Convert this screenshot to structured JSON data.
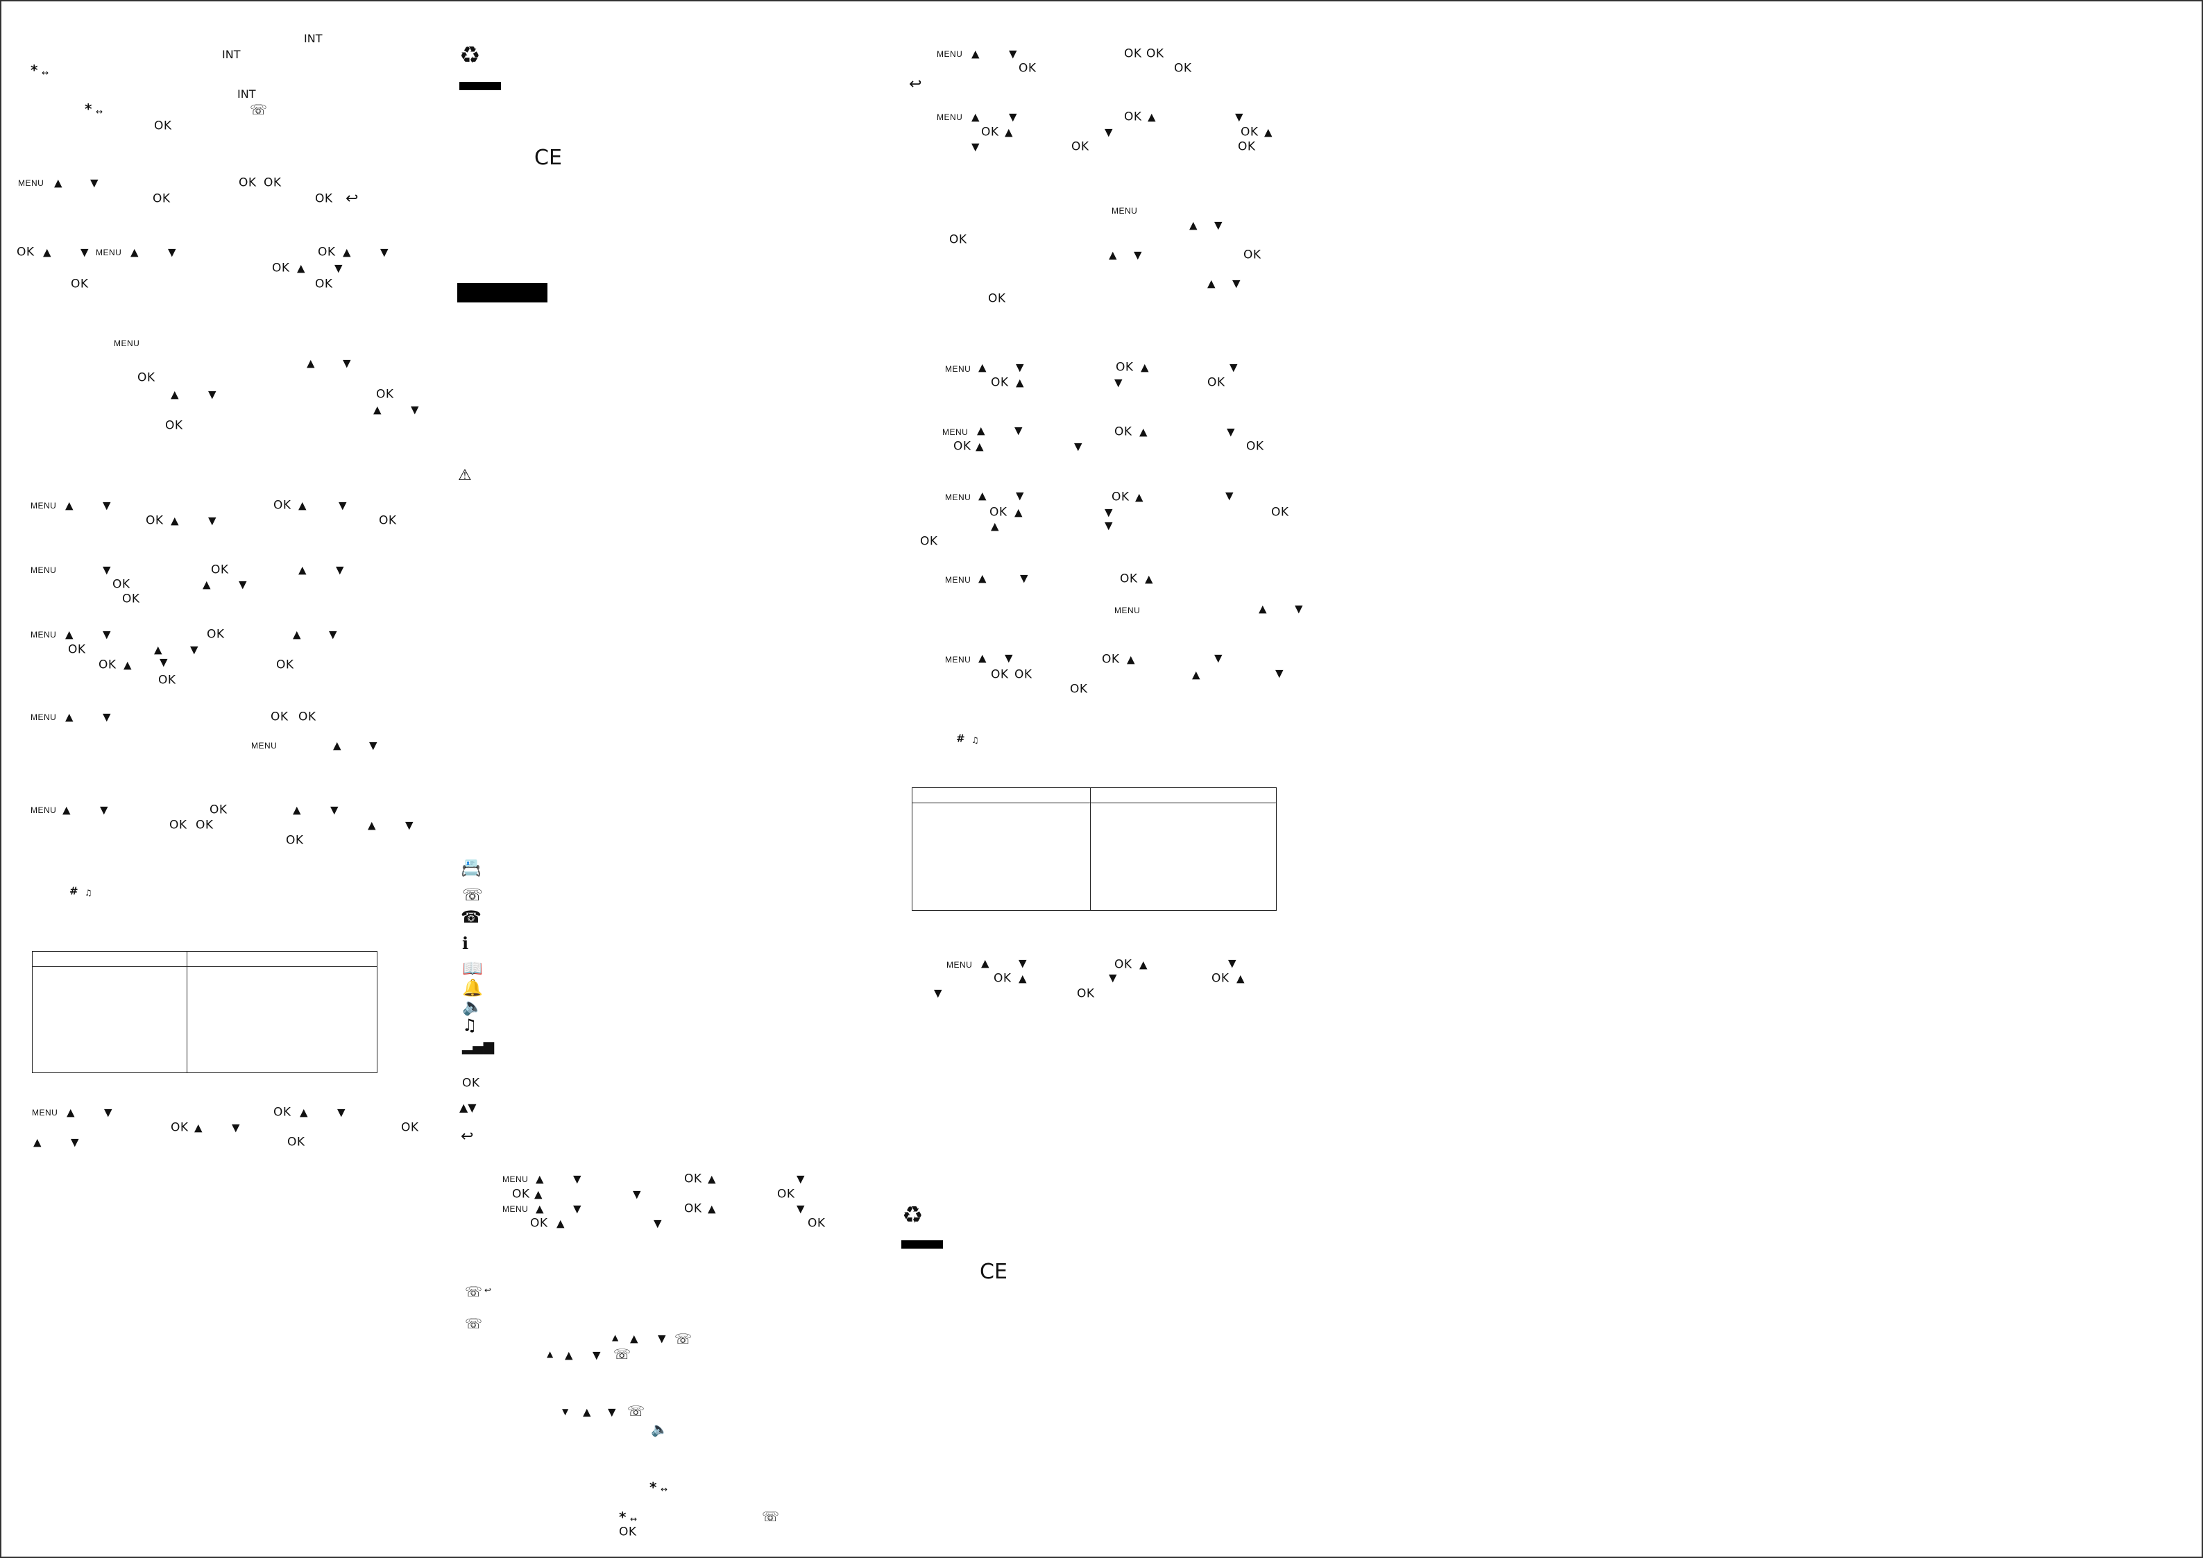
{
  "labels": {
    "menu": "MENU",
    "ok": "OK",
    "int": "INT",
    "up": "▲",
    "down": "▼",
    "star": "*",
    "star_sub": "↔",
    "hash": "#",
    "hash_sub": "♫",
    "back": "↩",
    "call": "☏",
    "ce": "CE",
    "recycle": "♻",
    "warn": "⚠"
  },
  "icon_legend": [
    "📇",
    "☏",
    "☎",
    "ℹ",
    "📖",
    "🔔",
    "🔈",
    "♫",
    "▂▄▆",
    "OK",
    "▲▼",
    "↩"
  ],
  "colors": {
    "ink": "#111111",
    "border": "#333333",
    "paper": "#ffffff"
  }
}
